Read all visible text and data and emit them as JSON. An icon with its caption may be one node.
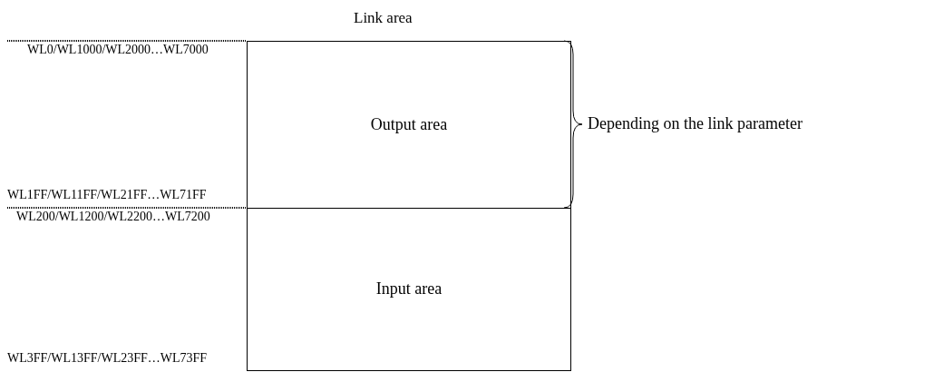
{
  "diagram": {
    "title": "Link area",
    "nodes": [
      {
        "text": [
          "Output area"
        ]
      },
      {
        "text": [
          "Input area"
        ]
      }
    ],
    "labels": [
      "WL0/WL1000/WL2000…WL7000",
      "WL1FF/WL11FF/WL21FF…WL71FF",
      "WL200/WL1200/WL2200…WL7200",
      "WL3FF/WL13FF/WL23FF…WL73FF",
      "Depending on the link parameter"
    ]
  }
}
